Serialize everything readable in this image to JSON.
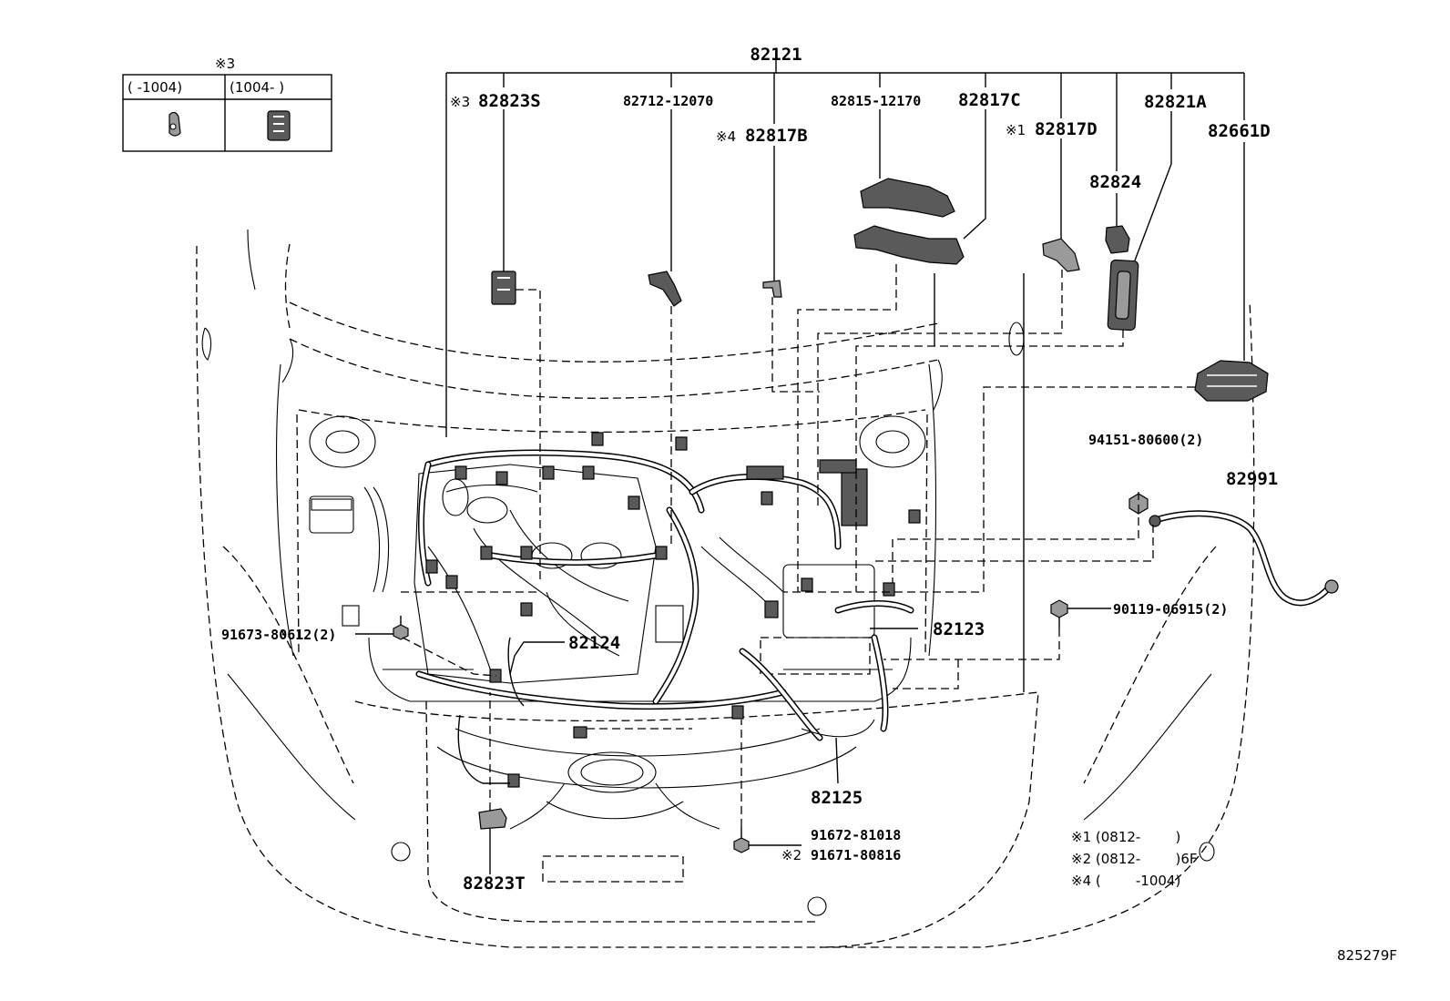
{
  "inset_table": {
    "header": "※3",
    "col1": "(      -1004)",
    "col2": "(1004-      )",
    "col1_icon": "clamp-small-icon",
    "col2_icon": "connector-block-icon"
  },
  "labels": {
    "main_harness": "82121",
    "p_82823S": "82823S",
    "p_82823S_note": "※3",
    "p_82712": "82712-12070",
    "p_82817B": "82817B",
    "p_82817B_note": "※4",
    "p_82815": "82815-12170",
    "p_82817C": "82817C",
    "p_82817D": "82817D",
    "p_82817D_note": "※1",
    "p_82821A": "82821A",
    "p_82824": "82824",
    "p_82661D": "82661D",
    "p_94151": "94151-80600(2)",
    "p_82991": "82991",
    "p_90119": "90119-06915(2)",
    "p_82123": "82123",
    "p_91673": "91673-80612(2)",
    "p_82124": "82124",
    "p_82125": "82125",
    "p_91672": "91672-81018",
    "p_91671": "91671-80816",
    "p_91671_note": "※2",
    "p_82823T": "82823T"
  },
  "notes": {
    "n1": "※1 (0812-        )",
    "n2": "※2 (0812-        )6F",
    "n4": "※4 (        -1004)"
  },
  "diagram_id": "825279F"
}
